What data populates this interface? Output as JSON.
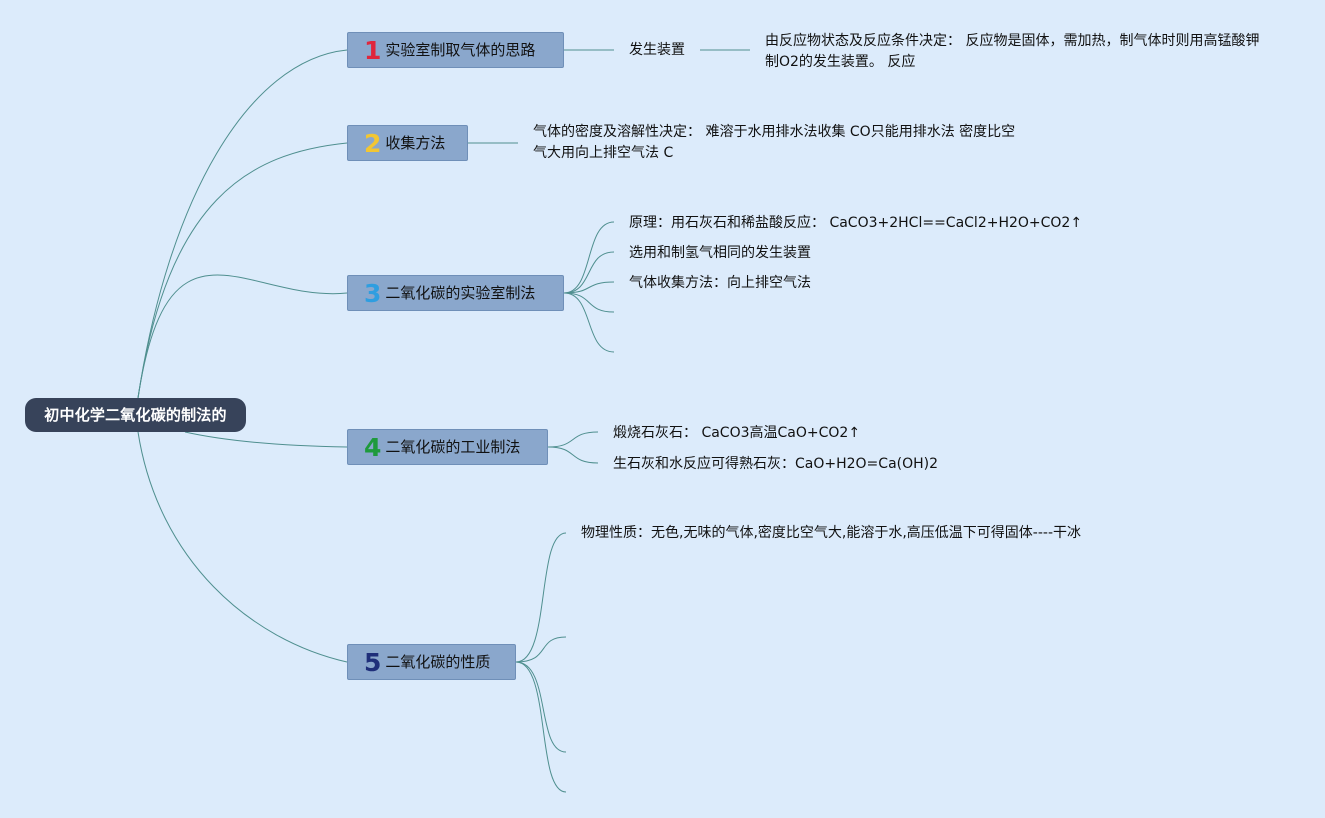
{
  "root": {
    "label": "初中化学二氧化碳的制法的"
  },
  "branches": [
    {
      "number": "1",
      "color": "#e0263c",
      "label": "实验室制取气体的思路",
      "children": [
        {
          "text": "发生装置"
        },
        {
          "text": "由反应物状态及反应条件决定： 反应物是固体，需加热，制气体时则用高锰酸钾制O2的发生装置。 反应"
        }
      ]
    },
    {
      "number": "2",
      "color": "#f2c633",
      "label": "收集方法",
      "children": [
        {
          "text": "气体的密度及溶解性决定： 难溶于水用排水法收集 CO只能用排水法 密度比空气大用向上排空气法 C"
        }
      ]
    },
    {
      "number": "3",
      "color": "#2f9ee0",
      "label": "二氧化碳的实验室制法",
      "children": [
        {
          "text": "原理：用石灰石和稀盐酸反应： CaCO3+2HCl==CaCl2+H2O+CO2↑"
        },
        {
          "text": "选用和制氢气相同的发生装置"
        },
        {
          "text": "气体收集方法：向上排空气法"
        },
        {
          "text": ""
        },
        {
          "text": ""
        }
      ]
    },
    {
      "number": "4",
      "color": "#1e9a3c",
      "label": "二氧化碳的工业制法",
      "children": [
        {
          "text": "煅烧石灰石： CaCO3高温CaO+CO2↑"
        },
        {
          "text": "生石灰和水反应可得熟石灰：CaO+H2O=Ca(OH)2"
        }
      ]
    },
    {
      "number": "5",
      "color": "#1f2f7a",
      "label": "二氧化碳的性质",
      "children": [
        {
          "text": "物理性质：无色,无味的气体,密度比空气大,能溶于水,高压低温下可得固体----干冰"
        },
        {
          "text": ""
        },
        {
          "text": ""
        },
        {
          "text": ""
        }
      ]
    }
  ],
  "colors": {
    "background": "#dcebfb",
    "root": "#37435a",
    "branch": "#8aa7cc",
    "line": "#4f8f8f"
  }
}
